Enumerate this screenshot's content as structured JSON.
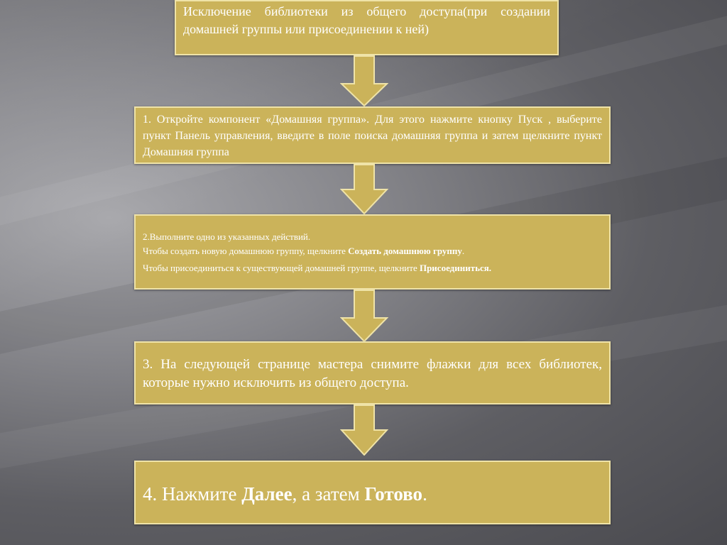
{
  "colors": {
    "box_fill": "#cbb35a",
    "box_border": "#efe3a8",
    "arrow_fill": "#cbb35a",
    "text": "#ffffff"
  },
  "steps": [
    {
      "text": "Исключение библиотеки из общего доступа(при создании домашней группы или присоединении к ней)"
    },
    {
      "text": "1. Откройте компонент «Домашняя группа». Для этого нажмите кнопку Пуск , выберите пункт Панель управления, введите в поле поиска домашняя группа и затем щелкните пункт Домашняя группа"
    },
    {
      "line1": "2.Выполните одно из указанных действий.",
      "line2_prefix": "Чтобы создать новую домашнюю группу, щелкните ",
      "line2_bold": "Создать домашнюю группу",
      "line2_suffix": ".",
      "line3_prefix": "Чтобы присоединиться к существующей домашней группе, щелкните ",
      "line3_bold": "Присоединиться."
    },
    {
      "text": "3. На следующей странице мастера снимите флажки для всех библиотек, которые нужно исключить из общего доступа."
    },
    {
      "prefix": "4. Нажмите ",
      "bold1": "Далее",
      "middle": ", а затем ",
      "bold2": "Готово",
      "suffix": "."
    }
  ]
}
